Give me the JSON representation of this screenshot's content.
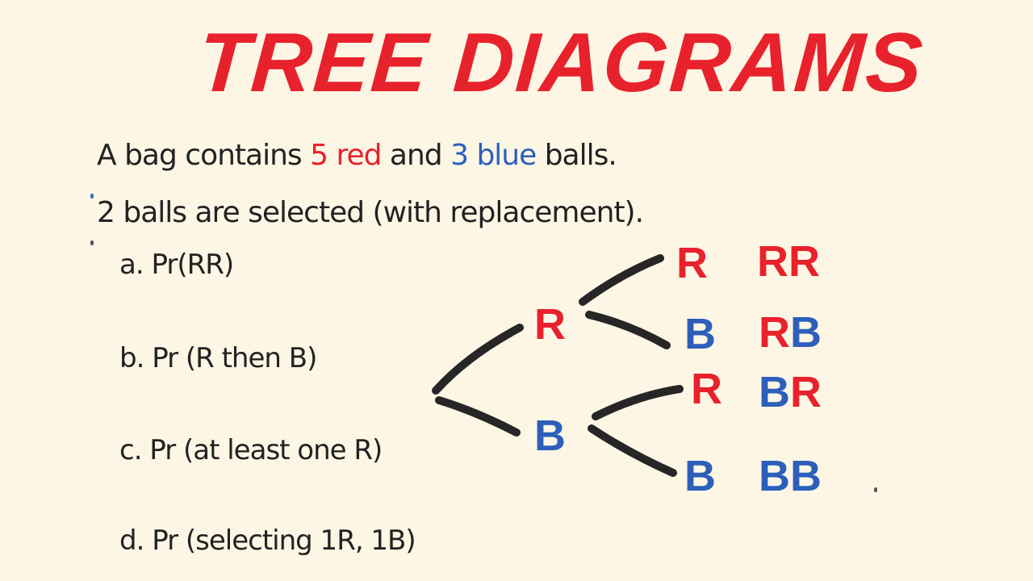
{
  "title": "TREE DIAGRAMS",
  "problem": {
    "line1_prefix": "A bag contains ",
    "red_count": "5 red",
    "line1_mid": " and ",
    "blue_count": "3 blue",
    "line1_suffix": " balls.",
    "line2": "2 balls are selected (with replacement)."
  },
  "questions": [
    {
      "label": "a. Pr(RR)"
    },
    {
      "label": "b. Pr (R then B)"
    },
    {
      "label": "c. Pr (at least one R)"
    },
    {
      "label": "d. Pr (selecting 1R, 1B)"
    }
  ],
  "tree": {
    "first_level": [
      {
        "label": "R",
        "color": "#e8222c"
      },
      {
        "label": "B",
        "color": "#2d5fba"
      }
    ],
    "second_level": [
      {
        "label": "R",
        "color": "#e8222c"
      },
      {
        "label": "B",
        "color": "#2d5fba"
      },
      {
        "label": "R",
        "color": "#e8222c"
      },
      {
        "label": "B",
        "color": "#2d5fba"
      }
    ],
    "outcomes": [
      {
        "first": "R",
        "second": "R",
        "first_color": "#e8222c",
        "second_color": "#e8222c"
      },
      {
        "first": "R",
        "second": "B",
        "first_color": "#e8222c",
        "second_color": "#2d5fba"
      },
      {
        "first": "B",
        "second": "R",
        "first_color": "#2d5fba",
        "second_color": "#e8222c"
      },
      {
        "first": "B",
        "second": "B",
        "first_color": "#2d5fba",
        "second_color": "#2d5fba"
      }
    ]
  },
  "colors": {
    "background": "#fdf6e5",
    "title": "#e8222c",
    "red": "#e8222c",
    "blue": "#2d5fba",
    "ink": "#222222"
  }
}
